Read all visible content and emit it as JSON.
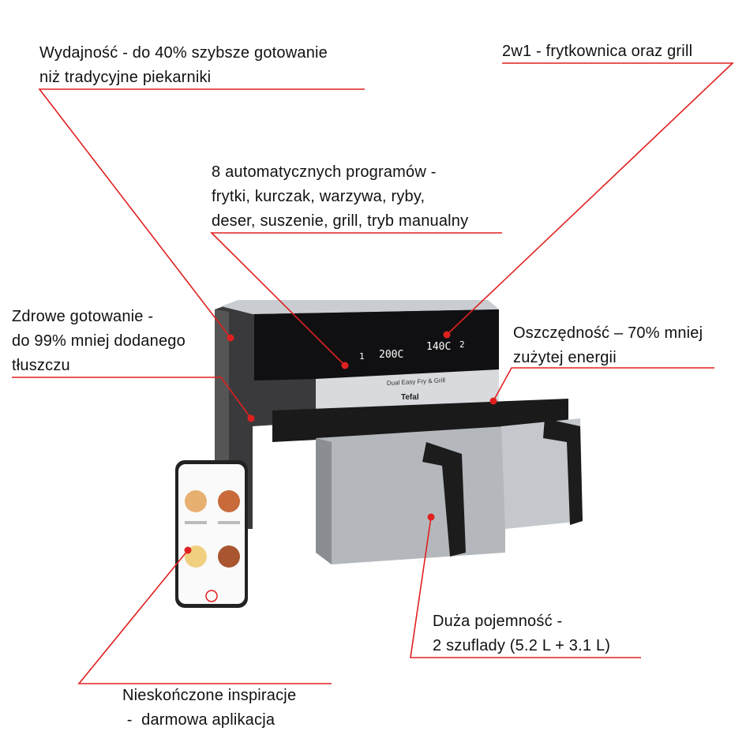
{
  "callouts": [
    {
      "lines": [
        "Wydajność - do 40% szybsze gotowanie",
        "niż tradycyjne piekarniki"
      ]
    },
    {
      "lines": [
        "2w1 - frytkownica oraz grill"
      ]
    },
    {
      "lines": [
        "8 automatycznych programów -",
        "frytki, kurczak, warzywa, ryby,",
        "deser, suszenie, grill, tryb manualny"
      ]
    },
    {
      "lines": [
        "Zdrowe gotowanie -",
        "do 99% mniej dodanego",
        "tłuszczu"
      ]
    },
    {
      "lines": [
        "Oszczędność – 70% mniej",
        "zużytej energii"
      ]
    },
    {
      "lines": [
        "Duża pojemność -",
        "2 szuflady (5.2 L + 3.1 L)"
      ]
    },
    {
      "lines": [
        "Nieskończone inspiracje",
        " -  darmowa aplikacja"
      ]
    }
  ],
  "product": {
    "brand": "Tefal",
    "model": "Dual Easy Fry & Grill",
    "display_left": "200C",
    "display_right": "140C",
    "zone1": "1",
    "zone2": "2"
  },
  "colors": {
    "accent": "#e02020",
    "body": "#2a2a2a",
    "steel": "#b8bcc0"
  }
}
